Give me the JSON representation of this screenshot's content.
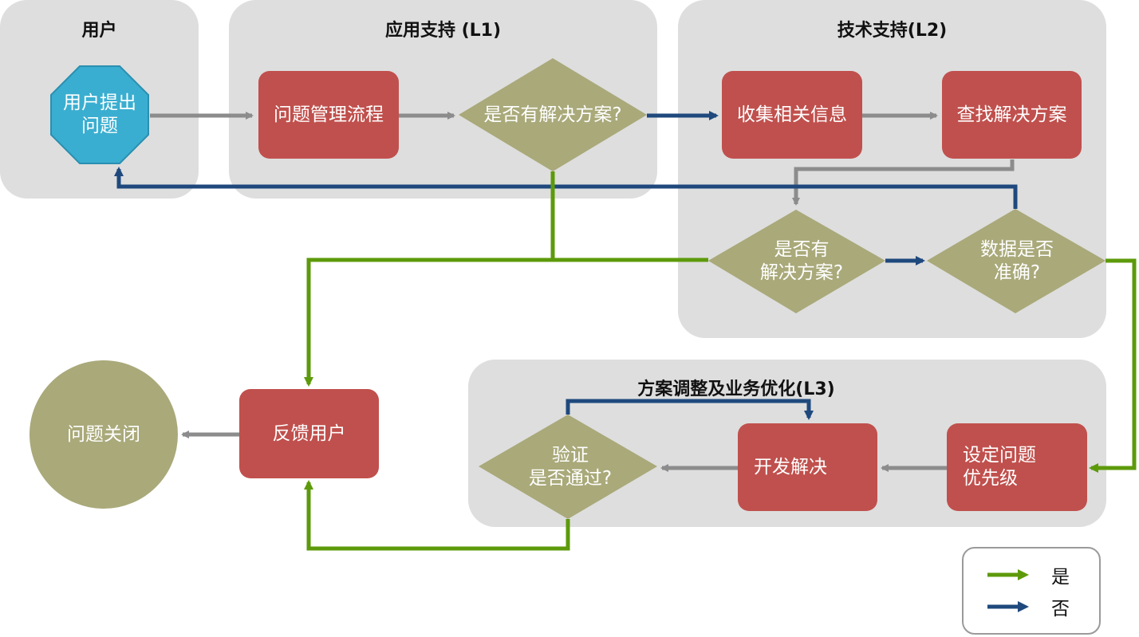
{
  "lanes": {
    "user": "用户",
    "l1": "应用支持 (L1)",
    "l2": "技术支持(L2)",
    "l3": "方案调整及业务优化(L3)"
  },
  "nodes": {
    "user_raise": "用户提出\n问题",
    "problem_mgmt": "问题管理流程",
    "l1_has_solution": "是否有解决方案?",
    "collect_info": "收集相关信息",
    "find_solution": "查找解决方案",
    "l2_has_solution": "是否有\n解决方案?",
    "data_accurate": "数据是否\n准确?",
    "set_priority": "设定问题\n优先级",
    "develop_fix": "开发解决",
    "verify_pass": "验证\n是否通过?",
    "feedback_user": "反馈用户",
    "issue_closed": "问题关闭"
  },
  "legend": {
    "yes": "是",
    "no": "否"
  },
  "colors": {
    "lane_bg": "#dedede",
    "process": "#c0504d",
    "decision": "#a9a97a",
    "start": "#3aaed0",
    "end": "#a9a97a",
    "yes_arrow": "#5d9a0b",
    "no_arrow": "#1f497d",
    "flow_arrow": "#8c8c8c"
  }
}
